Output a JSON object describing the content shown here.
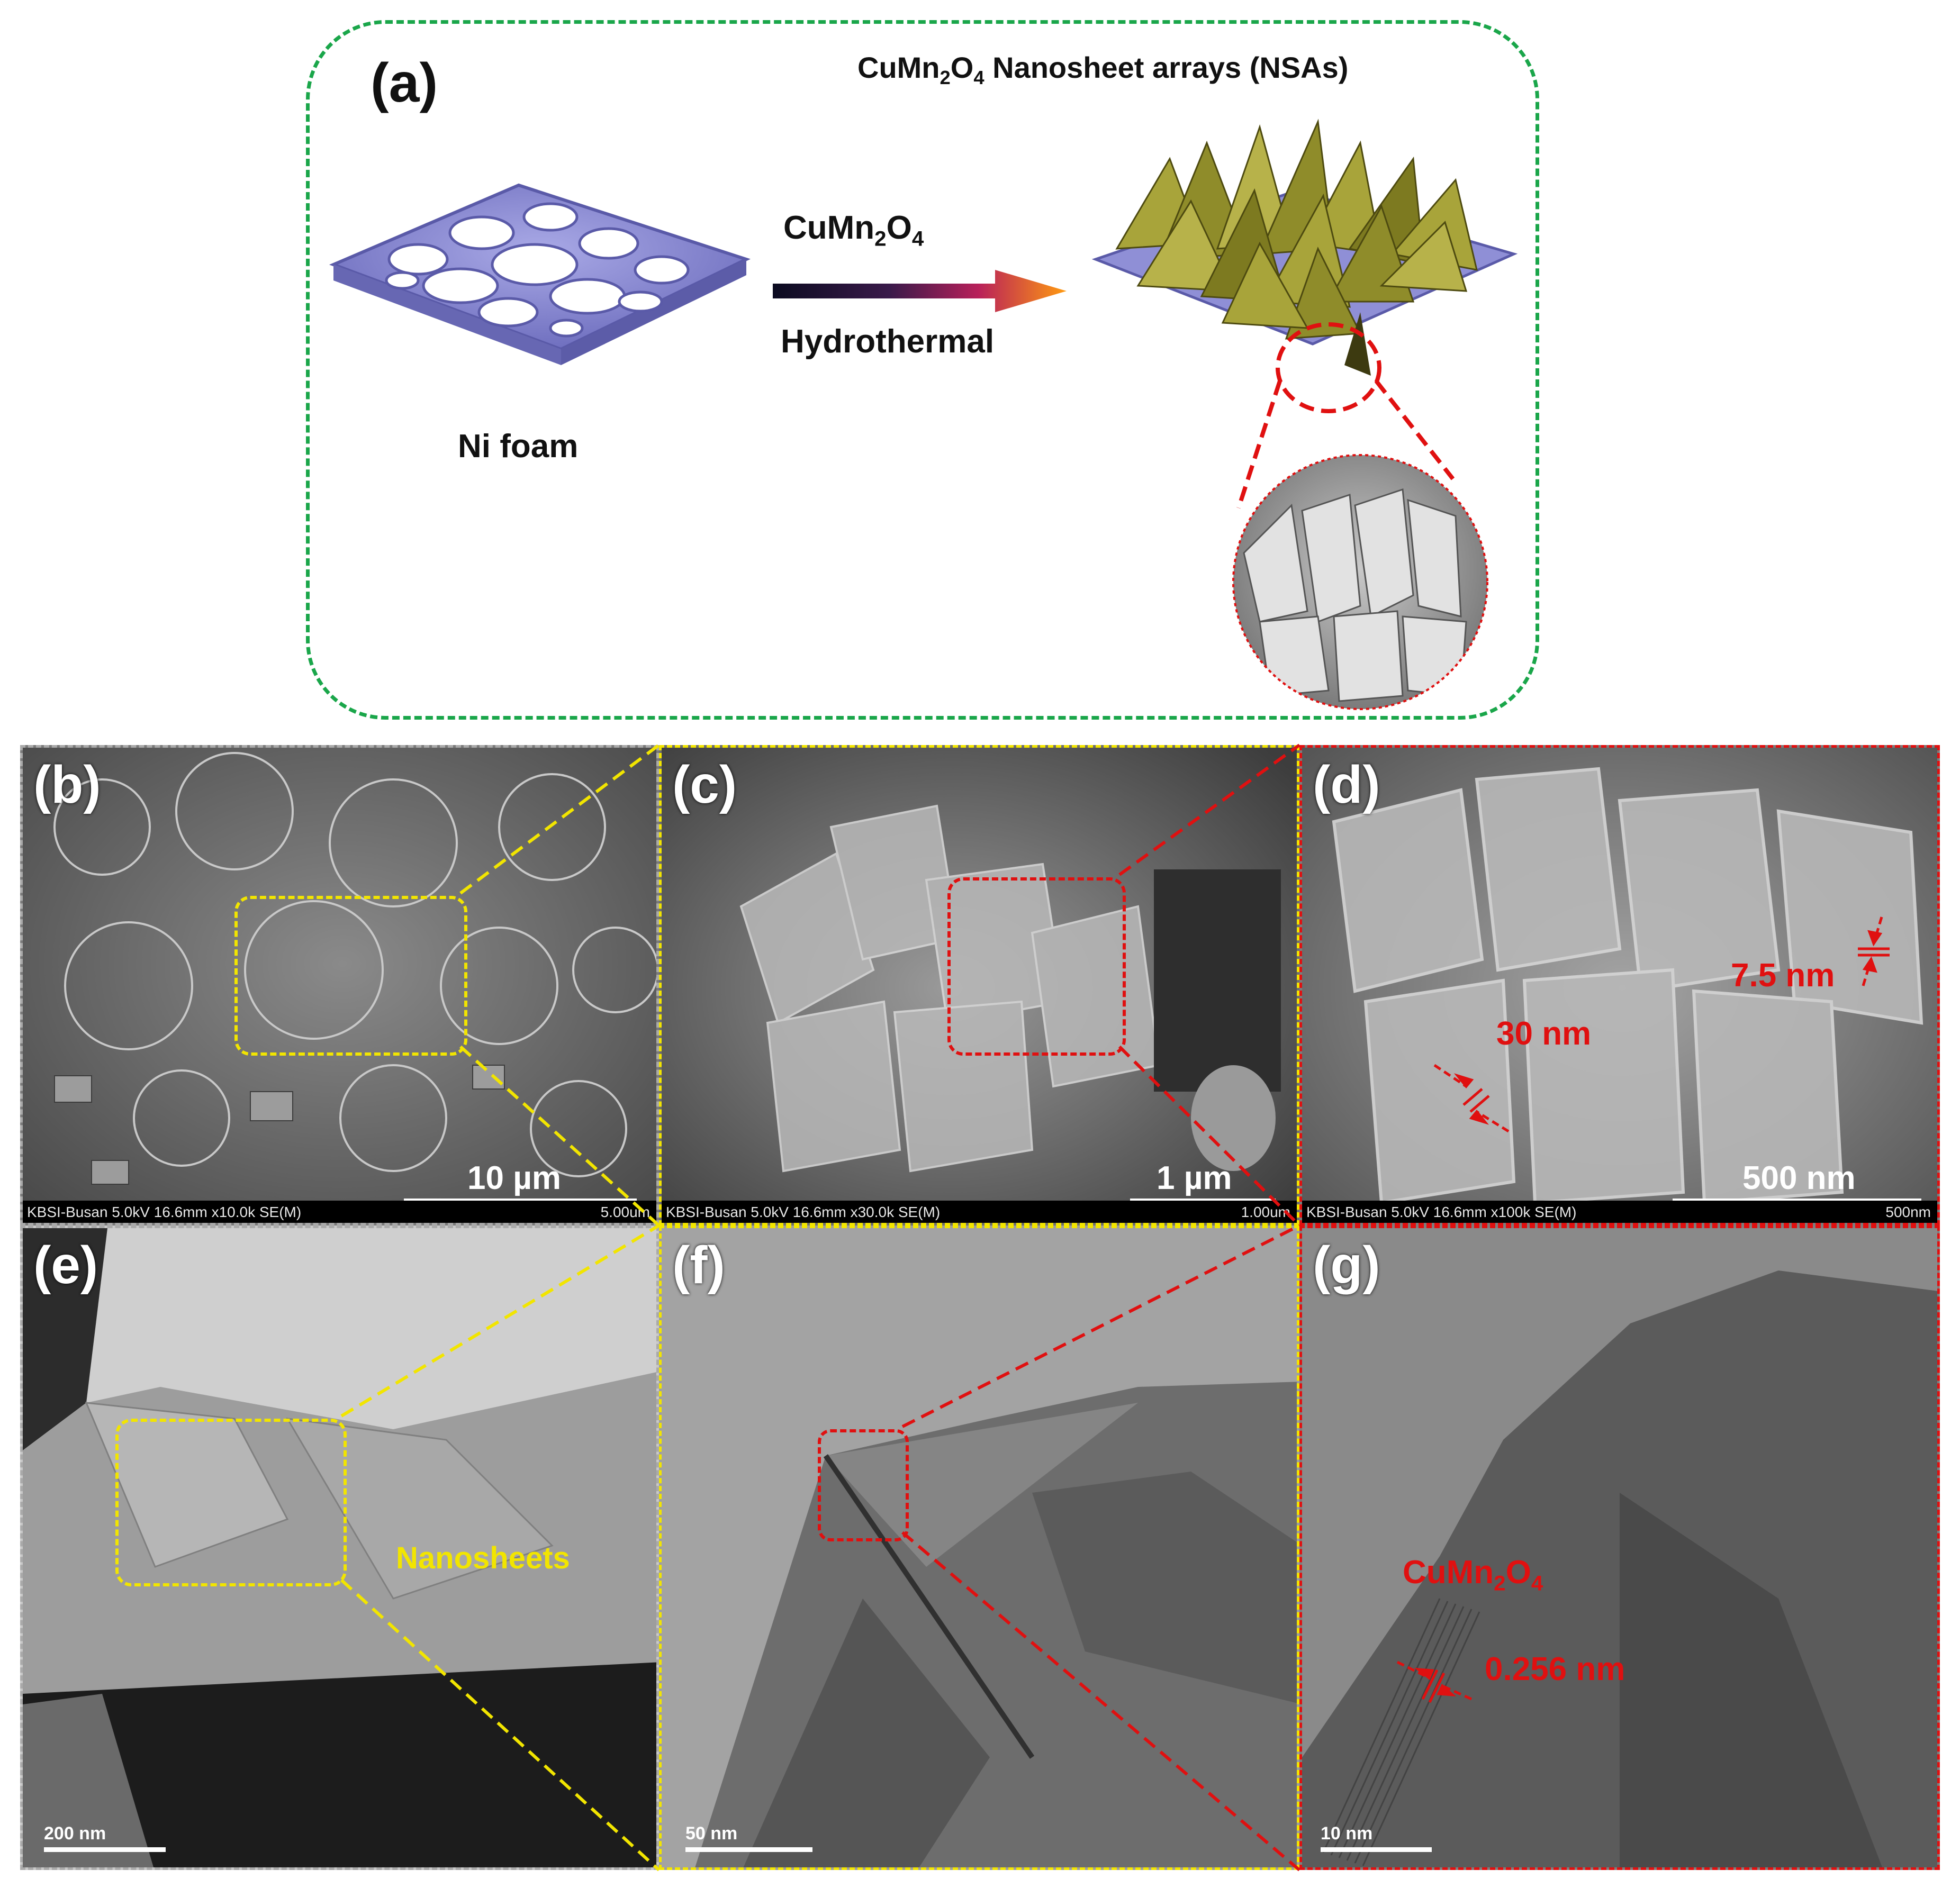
{
  "panel_a": {
    "label": "(a)",
    "title_prefix": "CuMn",
    "title_sub1": "2",
    "title_mid": "O",
    "title_sub2": "4",
    "title_suffix": " Nanosheet arrays (NSAs)",
    "reagent_prefix": "CuMn",
    "reagent_sub1": "2",
    "reagent_mid": "O",
    "reagent_sub2": "4",
    "process": "Hydrothermal",
    "substrate": "Ni foam"
  },
  "panel_b": {
    "label": "(b)",
    "scale": "10 µm",
    "info": "KBSI-Busan 5.0kV 16.6mm x10.0k SE(M)",
    "bar_value": "5.00um"
  },
  "panel_c": {
    "label": "(c)",
    "scale": "1 µm",
    "info": "KBSI-Busan 5.0kV 16.6mm x30.0k SE(M)",
    "bar_value": "1.00um"
  },
  "panel_d": {
    "label": "(d)",
    "scale": "500 nm",
    "info": "KBSI-Busan 5.0kV 16.6mm x100k SE(M)",
    "bar_value": "500nm",
    "annot_thick": "30 nm",
    "annot_thin": "7.5 nm"
  },
  "panel_e": {
    "label": "(e)",
    "scale": "200 nm",
    "annotation": "Nanosheets"
  },
  "panel_f": {
    "label": "(f)",
    "scale": "50 nm"
  },
  "panel_g": {
    "label": "(g)",
    "scale": "10 nm",
    "phase_prefix": "CuMn",
    "phase_sub1": "2",
    "phase_mid": "O",
    "phase_sub2": "4",
    "d_spacing": "0.256 nm"
  },
  "colors": {
    "green_border": "#1aa64a",
    "yellow": "#f2e500",
    "red": "#e01010",
    "foam": "#8f8fd6",
    "sheets": "#8f8c2a"
  }
}
